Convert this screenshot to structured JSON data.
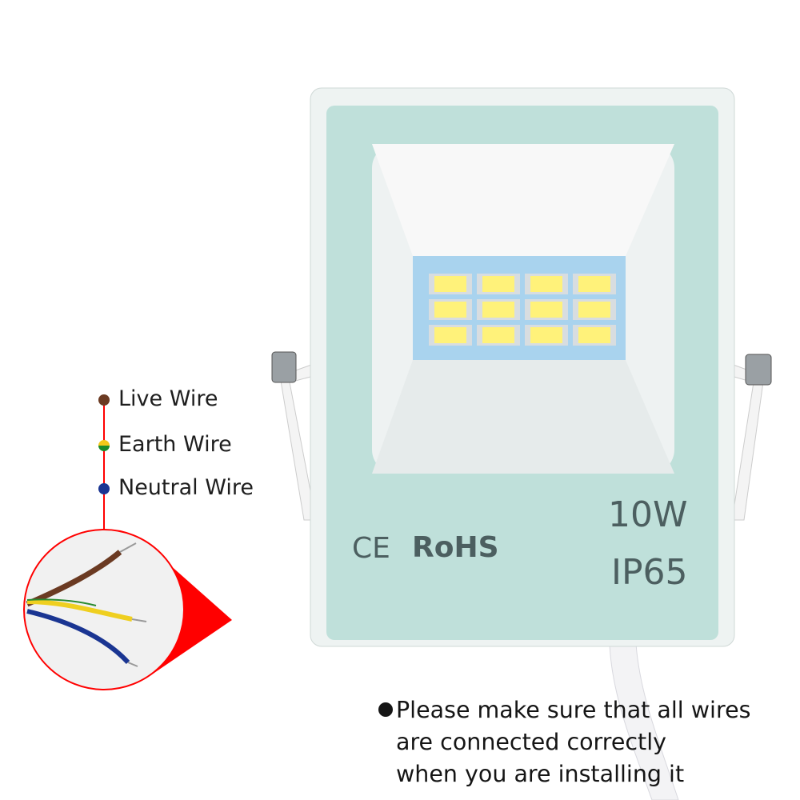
{
  "legend": {
    "items": [
      {
        "label": "Live Wire",
        "color": "#6b3a22"
      },
      {
        "label": "Earth Wire",
        "color": "#f2c81a",
        "color2": "#1a8a2a"
      },
      {
        "label": "Neutral Wire",
        "color": "#1a3592"
      }
    ],
    "line_color": "#ff0000"
  },
  "product": {
    "body_color": "#bfe0da",
    "wattage": "10W",
    "ip_rating": "IP65",
    "certifications": "RoHS",
    "ce_mark": "CE",
    "led_rows": 3,
    "led_cols": 4
  },
  "note": {
    "lines": [
      "Please make sure that all wires",
      "are connected correctly",
      "when you are installing it"
    ]
  }
}
